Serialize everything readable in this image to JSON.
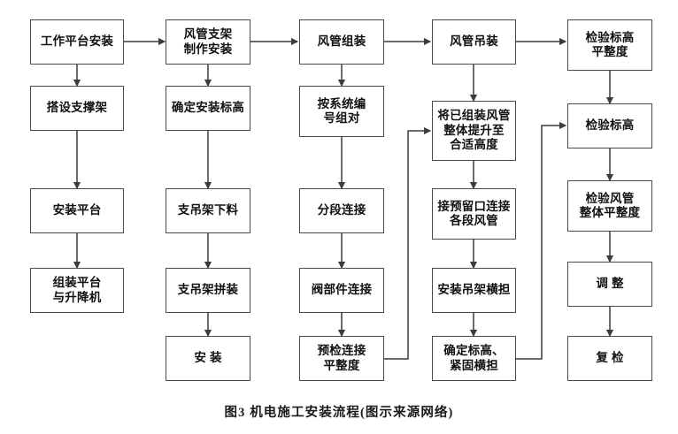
{
  "figure": {
    "caption": "图3    机电施工安装流程(图示来源网络)",
    "line_color": "#4a4a4a",
    "text_color": "#111111",
    "background": "#ffffff"
  },
  "chart_data": {
    "type": "diagram",
    "title": "图3    机电施工安装流程(图示来源网络)",
    "columns": [
      {
        "name": "column-1",
        "nodes": [
          "工作平台安装",
          "搭设支撑架",
          "安装平台",
          "组装平台\n与升降机"
        ]
      },
      {
        "name": "column-2",
        "nodes": [
          "风管支架\n制作安装",
          "确定安装标高",
          "支吊架下料",
          "支吊架拼装",
          "安 装"
        ]
      },
      {
        "name": "column-3",
        "nodes": [
          "风管组装",
          "按系统编\n号组对",
          "分段连接",
          "阀部件连接",
          "预检连接\n平整度"
        ]
      },
      {
        "name": "column-4",
        "nodes": [
          "风管吊装",
          "将已组装风管\n整体提升至\n合适高度",
          "接预留口连接\n各段风管",
          "安装吊架横担",
          "确定标高、\n紧固横担"
        ]
      },
      {
        "name": "column-5",
        "nodes": [
          "检验标高\n平整度",
          "检验标高",
          "检验风管\n整体平整度",
          "调 整",
          "复 检"
        ]
      }
    ],
    "edges": [
      {
        "from": "工作平台安装",
        "to": "风管支架制作安装",
        "kind": "horizontal"
      },
      {
        "from": "风管支架制作安装",
        "to": "风管组装",
        "kind": "horizontal"
      },
      {
        "from": "风管组装",
        "to": "风管吊装",
        "kind": "horizontal"
      },
      {
        "from": "风管吊装",
        "to": "检验标高平整度",
        "kind": "horizontal"
      },
      {
        "from": "工作平台安装",
        "to": "搭设支撑架",
        "kind": "vertical"
      },
      {
        "from": "搭设支撑架",
        "to": "安装平台",
        "kind": "vertical"
      },
      {
        "from": "安装平台",
        "to": "组装平台与升降机",
        "kind": "vertical"
      },
      {
        "from": "风管支架制作安装",
        "to": "确定安装标高",
        "kind": "vertical"
      },
      {
        "from": "确定安装标高",
        "to": "支吊架下料",
        "kind": "vertical"
      },
      {
        "from": "支吊架下料",
        "to": "支吊架拼装",
        "kind": "vertical"
      },
      {
        "from": "支吊架拼装",
        "to": "安 装",
        "kind": "vertical"
      },
      {
        "from": "风管组装",
        "to": "按系统编号组对",
        "kind": "vertical"
      },
      {
        "from": "按系统编号组对",
        "to": "分段连接",
        "kind": "vertical"
      },
      {
        "from": "分段连接",
        "to": "阀部件连接",
        "kind": "vertical"
      },
      {
        "from": "阀部件连接",
        "to": "预检连接平整度",
        "kind": "vertical"
      },
      {
        "from": "风管吊装",
        "to": "将已组装风管整体提升至合适高度",
        "kind": "vertical"
      },
      {
        "from": "将已组装风管整体提升至合适高度",
        "to": "接预留口连接各段风管",
        "kind": "vertical"
      },
      {
        "from": "接预留口连接各段风管",
        "to": "安装吊架横担",
        "kind": "vertical"
      },
      {
        "from": "安装吊架横担",
        "to": "确定标高、紧固横担",
        "kind": "vertical"
      },
      {
        "from": "检验标高平整度",
        "to": "检验标高",
        "kind": "vertical"
      },
      {
        "from": "检验标高",
        "to": "检验风管整体平整度",
        "kind": "vertical"
      },
      {
        "from": "检验风管整体平整度",
        "to": "调 整",
        "kind": "vertical"
      },
      {
        "from": "调 整",
        "to": "复 检",
        "kind": "vertical"
      },
      {
        "from": "预检连接平整度",
        "to": "将已组装风管整体提升至合适高度",
        "kind": "elbow-right-up"
      },
      {
        "from": "确定标高、紧固横担",
        "to": "检验标高",
        "kind": "elbow-right-up"
      }
    ]
  }
}
